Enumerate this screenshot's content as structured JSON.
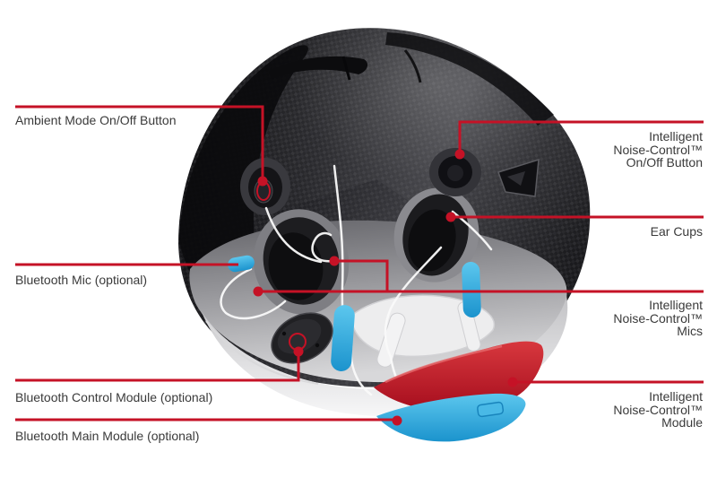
{
  "diagram": {
    "subject": "helmet-audio-system-callout-diagram",
    "colors": {
      "callout_red": "#c51226",
      "module_red": "#bf1424",
      "module_blue": "#2fa9de",
      "label_text": "#3a3a3a",
      "background": "#ffffff"
    },
    "labels": {
      "left": [
        {
          "id": "ambient-mode-button",
          "text": "Ambient Mode On/Off Button"
        },
        {
          "id": "bluetooth-mic",
          "text": "Bluetooth Mic (optional)"
        },
        {
          "id": "bluetooth-control-module",
          "text": "Bluetooth Control Module (optional)"
        },
        {
          "id": "bluetooth-main-module",
          "text": "Bluetooth Main Module (optional)"
        }
      ],
      "right": [
        {
          "id": "inc-on-off-button",
          "text": "Intelligent\nNoise-Control™\nOn/Off Button"
        },
        {
          "id": "ear-cups",
          "text": "Ear Cups"
        },
        {
          "id": "inc-mics",
          "text": "Intelligent\nNoise-Control™\nMics"
        },
        {
          "id": "inc-module",
          "text": "Intelligent\nNoise-Control™\nModule"
        }
      ]
    }
  }
}
